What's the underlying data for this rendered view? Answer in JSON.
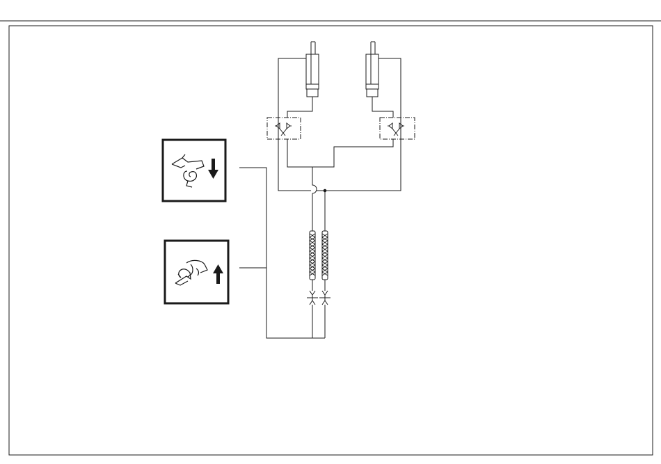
{
  "figure": {
    "type": "hydraulic-schematic",
    "background": "#ffffff",
    "line_color": "#1a1a1a",
    "components": {
      "cylinders": 2,
      "check_valve_blocks": 2,
      "quick_couplers": 2,
      "symbol_panels": [
        {
          "icon": "hitch-hook-down-icon",
          "arrow": "down"
        },
        {
          "icon": "hitch-hook-up-icon",
          "arrow": "up"
        }
      ]
    }
  }
}
